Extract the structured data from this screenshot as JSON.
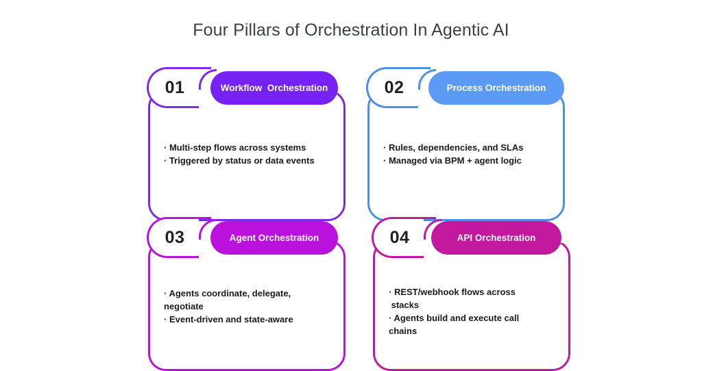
{
  "page": {
    "title": "Four Pillars of Orchestration In Agentic AI",
    "background": "#ffffff",
    "title_color": "#3c4043"
  },
  "cards": [
    {
      "number": "01",
      "label": "Workflow  Orchestration",
      "accent": "#7722F5",
      "border": "#7C2AE8",
      "bullets": [
        "· Multi-step flows across systems",
        "· Triggered by status or data events"
      ]
    },
    {
      "number": "02",
      "label": "Process Orchestration",
      "accent": "#5B9BF5",
      "border": "#4A90E8",
      "bullets": [
        "· Rules, dependencies, and SLAs",
        "· Managed via BPM + agent logic"
      ]
    },
    {
      "number": "03",
      "label": "Agent Orchestration",
      "accent": "#BB11DD",
      "border": "#BB11DD",
      "bullets": [
        "· Agents coordinate, delegate,",
        "negotiate",
        "· Event-driven and state-aware"
      ]
    },
    {
      "number": "04",
      "label": "API Orchestration",
      "accent": "#C2189E",
      "border": "#C2189E",
      "bullets": [
        "· REST/webhook flows across",
        " stacks",
        "· Agents build and execute call",
        "chains"
      ]
    }
  ]
}
